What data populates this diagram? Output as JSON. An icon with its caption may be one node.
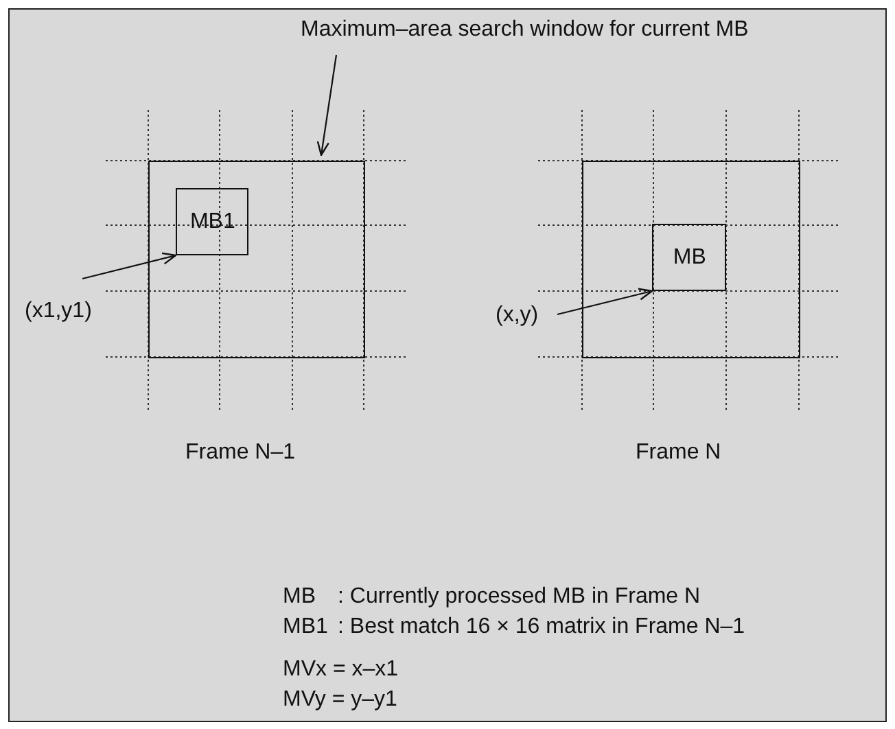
{
  "diagram": {
    "nodes": [
      {
        "text": [
          "Maximum–area search window for current MB"
        ]
      },
      {
        "text": [],
        "shape": "box"
      },
      {
        "text": [
          "MB1"
        ],
        "in": 1
      },
      {
        "text": [
          "(x1,y1)"
        ]
      },
      {
        "text": [],
        "shape": "box"
      },
      {
        "text": [
          "MB"
        ],
        "in": 4
      },
      {
        "text": [
          "(x,y)"
        ]
      }
    ],
    "edges": [
      {
        "from": 0,
        "to": 1,
        "arrow": "to"
      },
      {
        "from": 3,
        "to": 2,
        "arrow": "to"
      },
      {
        "from": 6,
        "to": 5,
        "arrow": "to"
      }
    ],
    "labels": [
      "Frame N–1",
      "Frame N",
      "MB",
      ": Currently processed MB in Frame N",
      "MB1",
      ": Best match 16 × 16 matrix in Frame N–1",
      "MVx = x–x1",
      "MVy = y–y1"
    ]
  }
}
